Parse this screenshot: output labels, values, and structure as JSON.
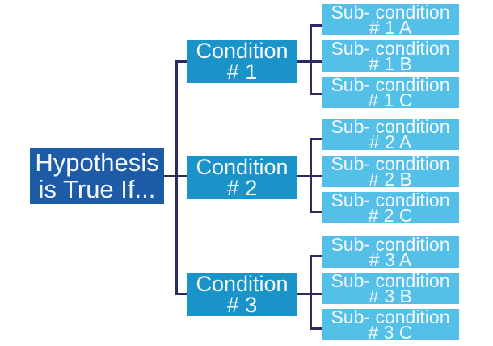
{
  "root": {
    "line1": "Hypothesis",
    "line2": "is True If..."
  },
  "conditions": [
    {
      "line1": "Condition",
      "line2": "# 1",
      "subs": [
        {
          "line1": "Sub- condition",
          "line2": "# 1 A"
        },
        {
          "line1": "Sub- condition",
          "line2": "# 1 B"
        },
        {
          "line1": "Sub- condition",
          "line2": "# 1 C"
        }
      ]
    },
    {
      "line1": "Condition",
      "line2": "# 2",
      "subs": [
        {
          "line1": "Sub- condition",
          "line2": "# 2 A"
        },
        {
          "line1": "Sub- condition",
          "line2": "# 2 B"
        },
        {
          "line1": "Sub- condition",
          "line2": "# 2 C"
        }
      ]
    },
    {
      "line1": "Condition",
      "line2": "# 3",
      "subs": [
        {
          "line1": "Sub- condition",
          "line2": "# 3 A"
        },
        {
          "line1": "Sub- condition",
          "line2": "# 3 B"
        },
        {
          "line1": "Sub- condition",
          "line2": "# 3 C"
        }
      ]
    }
  ],
  "colors": {
    "root_box": "#1e5ba7",
    "condition_box": "#1a93c9",
    "sub_box": "#54c0e8",
    "connector": "#2e2b63",
    "text": "#f2f8fd",
    "background": "#ffffff"
  }
}
